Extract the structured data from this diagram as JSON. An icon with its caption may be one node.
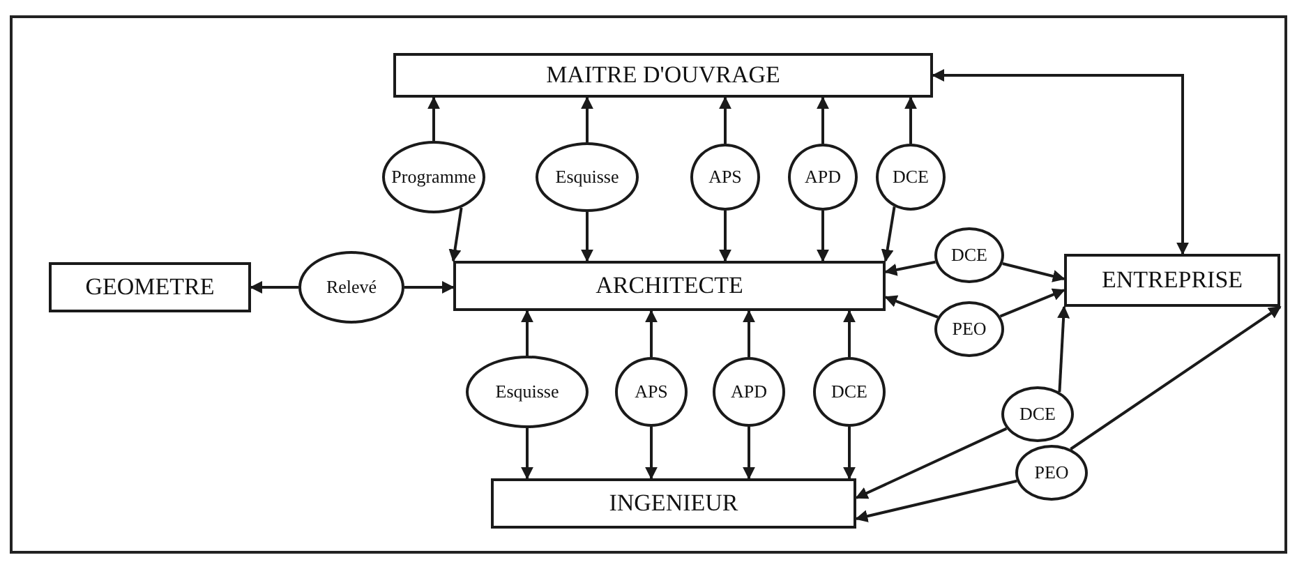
{
  "diagram": {
    "nodes": [
      {
        "text": [
          "MAITRE D'OUVRAGE"
        ]
      },
      {
        "text": [
          "GEOMETRE"
        ]
      },
      {
        "text": [
          "ARCHITECTE"
        ]
      },
      {
        "text": [
          "ENTREPRISE"
        ]
      },
      {
        "text": [
          "INGENIEUR"
        ]
      },
      {
        "text": [
          "Programme"
        ]
      },
      {
        "text": [
          "Esquisse"
        ]
      },
      {
        "text": [
          "APS"
        ]
      },
      {
        "text": [
          "APD"
        ]
      },
      {
        "text": [
          "DCE"
        ]
      },
      {
        "text": [
          "Relevé"
        ]
      },
      {
        "text": [
          "DCE"
        ]
      },
      {
        "text": [
          "PEO"
        ]
      },
      {
        "text": [
          "Esquisse"
        ]
      },
      {
        "text": [
          "APS"
        ]
      },
      {
        "text": [
          "APD"
        ]
      },
      {
        "text": [
          "DCE"
        ]
      },
      {
        "text": [
          "DCE"
        ]
      },
      {
        "text": [
          "PEO"
        ]
      }
    ],
    "edges": [
      {
        "from": 0,
        "to": 3,
        "arrow": "both"
      },
      {
        "from": 5,
        "to": 0,
        "arrow": "to"
      },
      {
        "from": 5,
        "to": 2,
        "arrow": "to"
      },
      {
        "from": 6,
        "to": 0,
        "arrow": "to"
      },
      {
        "from": 6,
        "to": 2,
        "arrow": "to"
      },
      {
        "from": 7,
        "to": 0,
        "arrow": "to"
      },
      {
        "from": 7,
        "to": 2,
        "arrow": "to"
      },
      {
        "from": 8,
        "to": 0,
        "arrow": "to"
      },
      {
        "from": 8,
        "to": 2,
        "arrow": "to"
      },
      {
        "from": 9,
        "to": 0,
        "arrow": "to"
      },
      {
        "from": 9,
        "to": 2,
        "arrow": "to"
      },
      {
        "from": 10,
        "to": 1,
        "arrow": "to"
      },
      {
        "from": 10,
        "to": 2,
        "arrow": "to"
      },
      {
        "from": 11,
        "to": 2,
        "arrow": "to"
      },
      {
        "from": 11,
        "to": 3,
        "arrow": "to"
      },
      {
        "from": 12,
        "to": 2,
        "arrow": "to"
      },
      {
        "from": 12,
        "to": 3,
        "arrow": "to"
      },
      {
        "from": 13,
        "to": 2,
        "arrow": "to"
      },
      {
        "from": 13,
        "to": 4,
        "arrow": "to"
      },
      {
        "from": 14,
        "to": 2,
        "arrow": "to"
      },
      {
        "from": 14,
        "to": 4,
        "arrow": "to"
      },
      {
        "from": 15,
        "to": 2,
        "arrow": "to"
      },
      {
        "from": 15,
        "to": 4,
        "arrow": "to"
      },
      {
        "from": 16,
        "to": 2,
        "arrow": "to"
      },
      {
        "from": 16,
        "to": 4,
        "arrow": "to"
      },
      {
        "from": 17,
        "to": 3,
        "arrow": "to"
      },
      {
        "from": 17,
        "to": 4,
        "arrow": "to"
      },
      {
        "from": 18,
        "to": 3,
        "arrow": "to"
      },
      {
        "from": 18,
        "to": 4,
        "arrow": "to"
      }
    ]
  }
}
